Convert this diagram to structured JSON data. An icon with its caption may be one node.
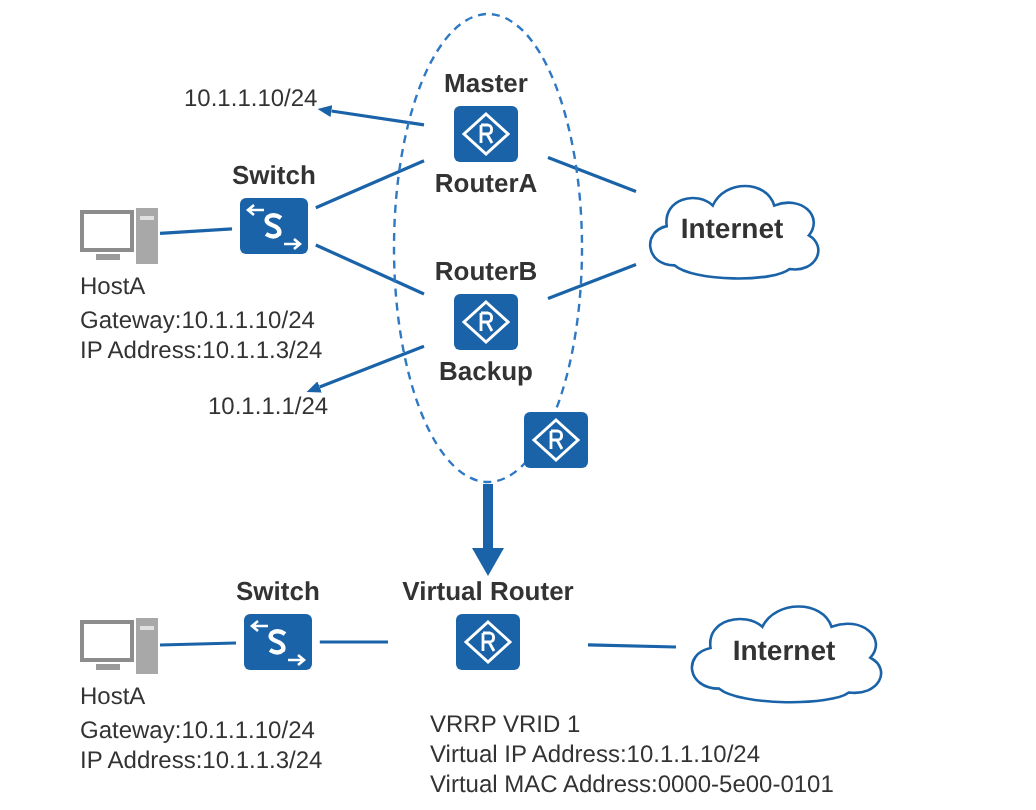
{
  "diagram": {
    "nodes": [
      {
        "text": [],
        "shape": "ellipse"
      },
      {
        "text": [
          "Master",
          "RouterA"
        ],
        "in": 0
      },
      {
        "text": [
          "RouterB",
          "Backup"
        ],
        "in": 0
      },
      {
        "text": [],
        "shape": "box"
      },
      {
        "text": [
          "10.1.1.10/24"
        ]
      },
      {
        "text": [
          "HostA"
        ],
        "beside": [
          "Gateway:10.1.1.10/24",
          "IP Address:10.1.1.3/24"
        ]
      },
      {
        "text": [
          "Switch"
        ]
      },
      {
        "text": [
          "Internet"
        ]
      },
      {
        "text": [
          "10.1.1.1/24"
        ]
      },
      {
        "text": [
          "HostA"
        ],
        "beside": [
          "Gateway:10.1.1.10/24",
          "IP Address:10.1.1.3/24"
        ]
      },
      {
        "text": [
          "Switch"
        ]
      },
      {
        "text": [
          "Virtual Router"
        ],
        "beside": [
          "VRRP VRID 1",
          "Virtual IP Address:10.1.1.10/24",
          "Virtual MAC Address:0000-5e00-0101"
        ]
      },
      {
        "text": [
          "Internet"
        ]
      }
    ],
    "edges": [
      {
        "from": 5,
        "to": 6,
        "arrow": "none"
      },
      {
        "from": 6,
        "to": 1,
        "arrow": "none"
      },
      {
        "from": 6,
        "to": 2,
        "arrow": "none"
      },
      {
        "from": 1,
        "to": 7,
        "arrow": "none"
      },
      {
        "from": 2,
        "to": 7,
        "arrow": "none"
      },
      {
        "from": 1,
        "to": 4,
        "arrow": "to"
      },
      {
        "from": 2,
        "to": 8,
        "arrow": "to"
      },
      {
        "from": 0,
        "to": 11,
        "arrow": "to",
        "style": "thick"
      },
      {
        "from": 9,
        "to": 10,
        "arrow": "none"
      },
      {
        "from": 10,
        "to": 11,
        "arrow": "none"
      },
      {
        "from": 11,
        "to": 12,
        "arrow": "none"
      }
    ]
  }
}
